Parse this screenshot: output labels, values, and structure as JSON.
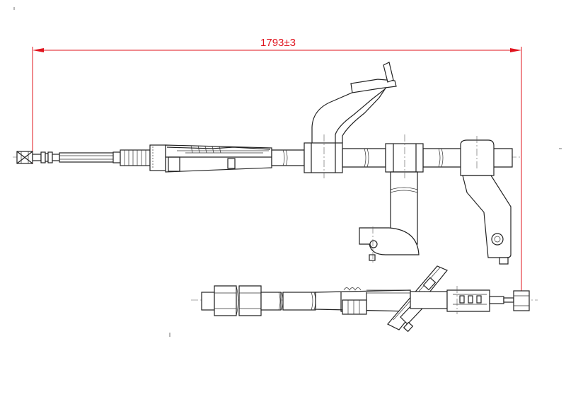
{
  "dimension": {
    "label": "1793±3",
    "color": "#e0141e"
  },
  "drawing": {
    "line_color": "#222222",
    "background": "#ffffff",
    "views": [
      "top-view",
      "bottom-view"
    ]
  }
}
